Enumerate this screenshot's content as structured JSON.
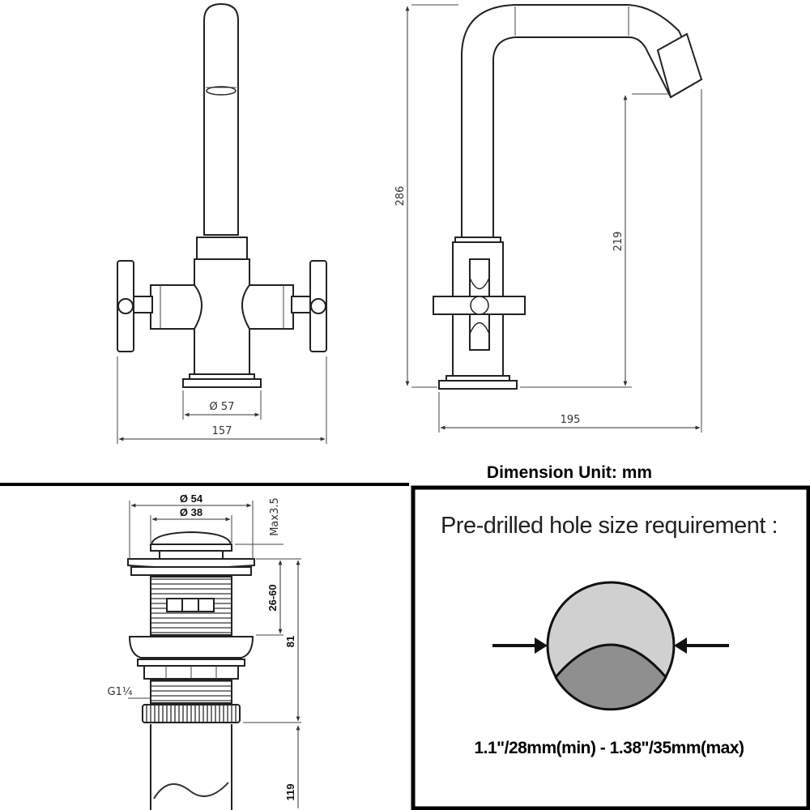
{
  "front_view": {
    "width_label": "157",
    "base_label": "Ø 57"
  },
  "side_view": {
    "height_label": "286",
    "spout_height_label": "219",
    "reach_label": "195"
  },
  "unit_heading": "Dimension Unit: mm",
  "waste": {
    "outer_diameter_label": "Ø 54",
    "inner_diameter_label": "Ø 38",
    "max_label": "Max3.5",
    "range_label": "26-60",
    "height_label": "81",
    "thread_label": "G1¼",
    "length_label": "119"
  },
  "hole_panel": {
    "title": "Pre-drilled hole size requirement :",
    "range_text": "1.1\"/28mm(min) - 1.38\"/35mm(max)"
  }
}
